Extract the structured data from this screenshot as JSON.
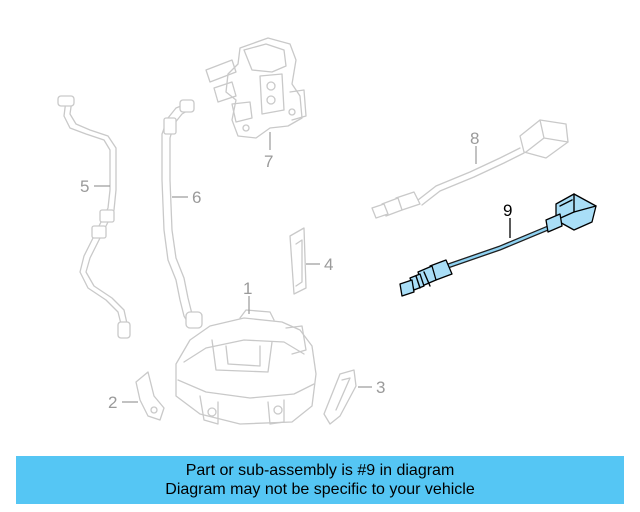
{
  "diagram": {
    "callouts": [
      "1",
      "2",
      "3",
      "4",
      "5",
      "6",
      "7",
      "8",
      "9"
    ],
    "highlighted_callout": "9",
    "colors": {
      "highlight": "#a9def7",
      "ghost": "#c9c9c9",
      "banner": "#55c6f4"
    }
  },
  "banner": {
    "line1": "Part or sub-assembly is #9 in diagram",
    "line2": "Diagram may not be specific to your vehicle"
  }
}
